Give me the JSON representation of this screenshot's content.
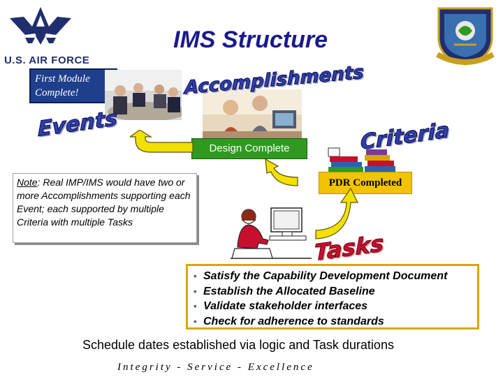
{
  "header": {
    "title": "IMS Structure",
    "left_logo_text": "U.S. AIR FORCE"
  },
  "events_box": {
    "label": "First Module Complete!"
  },
  "wordart": {
    "accomplishments": "Accomplishments",
    "events": "Events",
    "criteria": "Criteria",
    "tasks": "Tasks"
  },
  "accomplishment_box": {
    "label": "Design Complete"
  },
  "criteria_box": {
    "label": "PDR Completed"
  },
  "note": {
    "prefix": "Note",
    "text": ": Real IMP/IMS would have two or more Accomplishments supporting each Event; each supported by multiple Criteria with multiple Tasks"
  },
  "tasks": [
    "Satisfy the Capability Development Document",
    "Establish the Allocated Baseline",
    "Validate stakeholder interfaces",
    "Check for adherence to standards"
  ],
  "footer": {
    "schedule": "Schedule dates established via logic and Task durations",
    "motto": "Integrity - Service - Excellence"
  },
  "colors": {
    "title": "#1a1a8c",
    "events_box_bg": "#1f3f8c",
    "design_box_bg": "#2f9a1f",
    "pdr_box_bg": "#f2c400",
    "arrow_fill": "#f2e000",
    "wordart_blue": "#2f3fb0",
    "wordart_red": "#c8102e"
  },
  "icons": [
    "air-force-logo",
    "org-seal-icon",
    "meeting-photo",
    "office-photo",
    "books-icon",
    "worker-at-computer-icon"
  ]
}
